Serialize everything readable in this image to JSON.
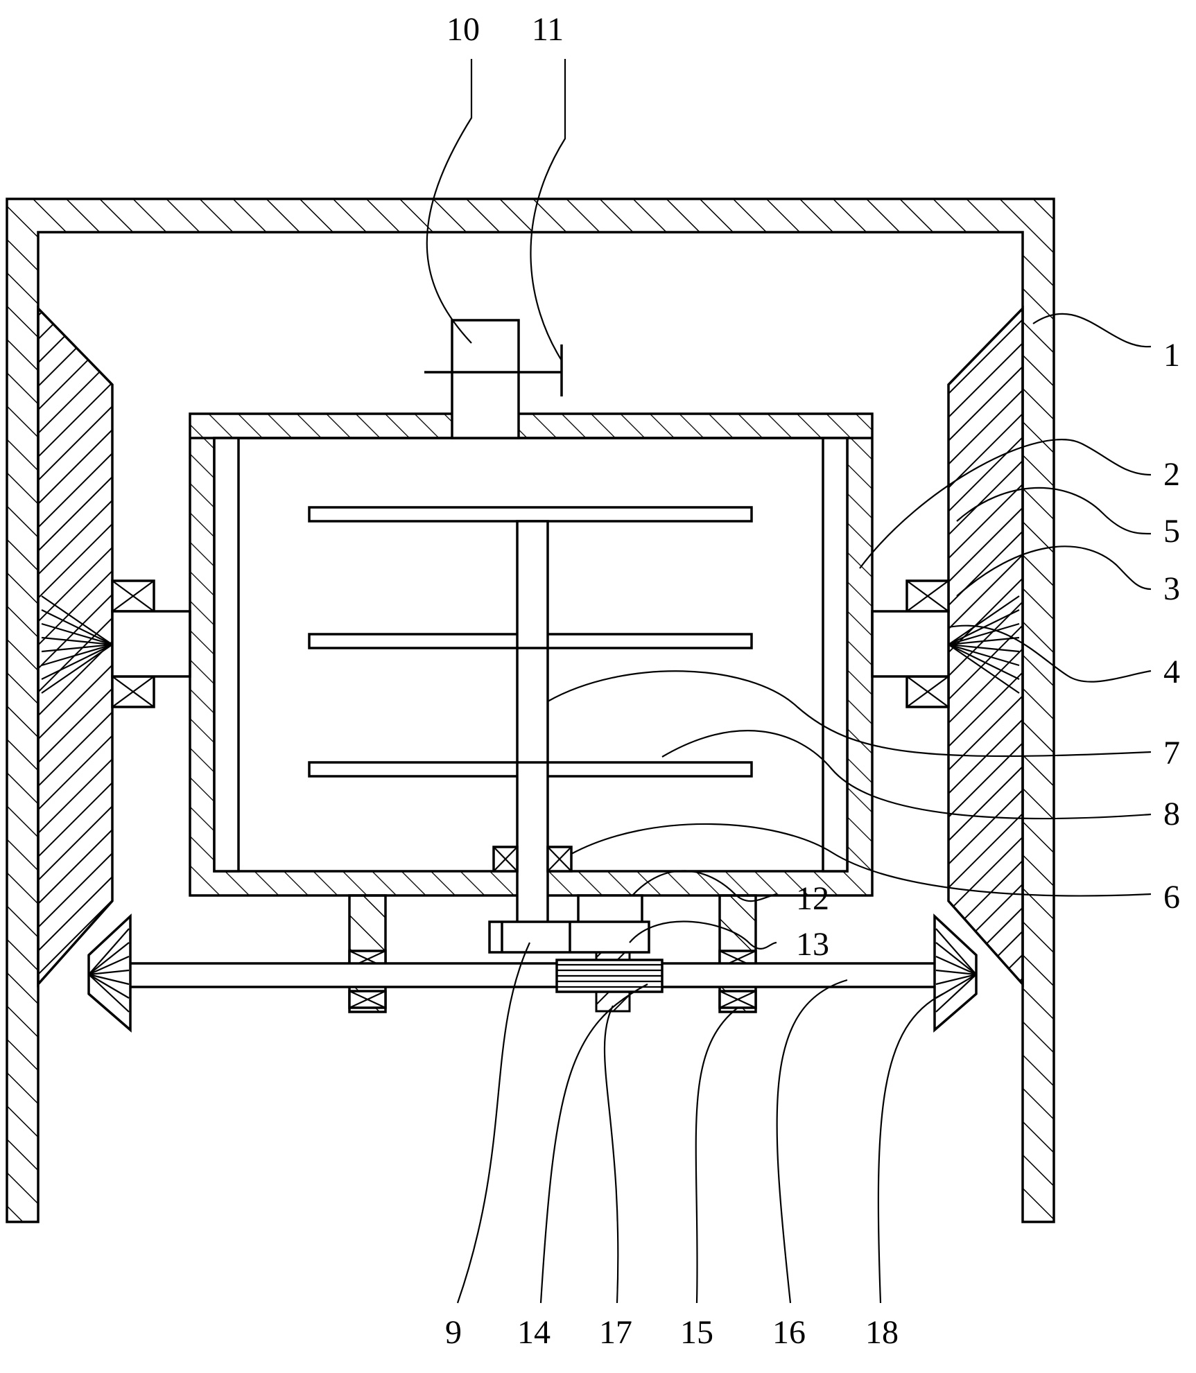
{
  "figure": {
    "labels": [
      {
        "id": "1",
        "text": "1"
      },
      {
        "id": "2",
        "text": "2"
      },
      {
        "id": "5",
        "text": "5"
      },
      {
        "id": "3",
        "text": "3"
      },
      {
        "id": "4",
        "text": "4"
      },
      {
        "id": "7",
        "text": "7"
      },
      {
        "id": "8",
        "text": "8"
      },
      {
        "id": "12",
        "text": "12"
      },
      {
        "id": "6",
        "text": "6"
      },
      {
        "id": "13",
        "text": "13"
      },
      {
        "id": "10",
        "text": "10"
      },
      {
        "id": "11",
        "text": "11"
      },
      {
        "id": "9",
        "text": "9"
      },
      {
        "id": "14",
        "text": "14"
      },
      {
        "id": "17",
        "text": "17"
      },
      {
        "id": "15",
        "text": "15"
      },
      {
        "id": "16",
        "text": "16"
      },
      {
        "id": "18",
        "text": "18"
      }
    ]
  }
}
